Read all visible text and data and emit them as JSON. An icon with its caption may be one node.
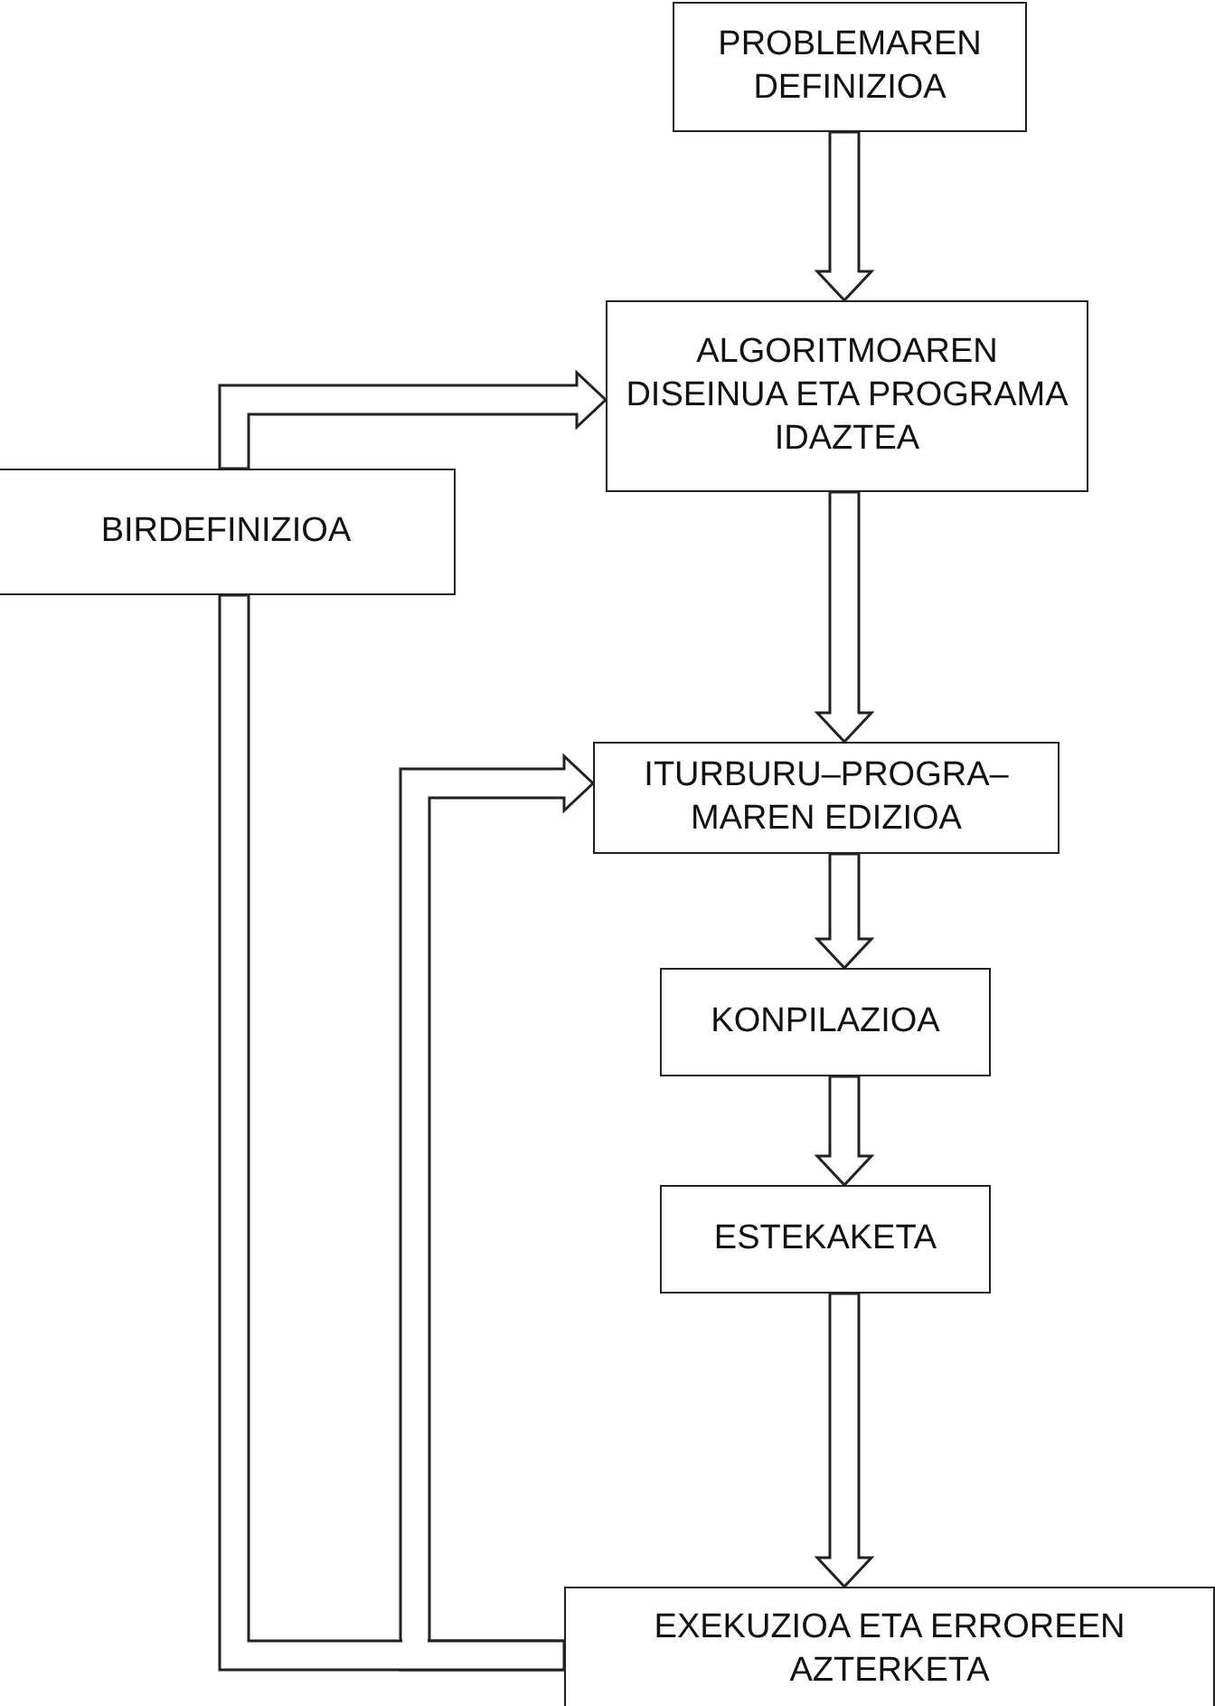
{
  "diagram": {
    "nodes": [
      {
        "text": [
          "PROBLEMAREN DEFINIZIOA"
        ]
      },
      {
        "text": [
          "ALGORITMOAREN DISEINUA ETA PROGRAMA IDAZTEA"
        ]
      },
      {
        "text": [
          "BIRDEFINIZIOA"
        ]
      },
      {
        "text": [
          "ITURBURU–PROGRA–MAREN EDIZIOA"
        ]
      },
      {
        "text": [
          "KONPILAZIOA"
        ]
      },
      {
        "text": [
          "ESTEKAKETA"
        ]
      },
      {
        "text": [
          "EXEKUZIOA ETA ERROREEN AZTERKETA"
        ]
      }
    ],
    "edges": [
      {
        "from": 0,
        "to": 1,
        "arrow": "to"
      },
      {
        "from": 1,
        "to": 3,
        "arrow": "to"
      },
      {
        "from": 3,
        "to": 4,
        "arrow": "to"
      },
      {
        "from": 4,
        "to": 5,
        "arrow": "to"
      },
      {
        "from": 5,
        "to": 6,
        "arrow": "to"
      },
      {
        "from": 6,
        "to": 3,
        "arrow": "to"
      },
      {
        "from": 6,
        "to": 2,
        "arrow": "none"
      },
      {
        "from": 2,
        "to": 1,
        "arrow": "to"
      }
    ]
  }
}
